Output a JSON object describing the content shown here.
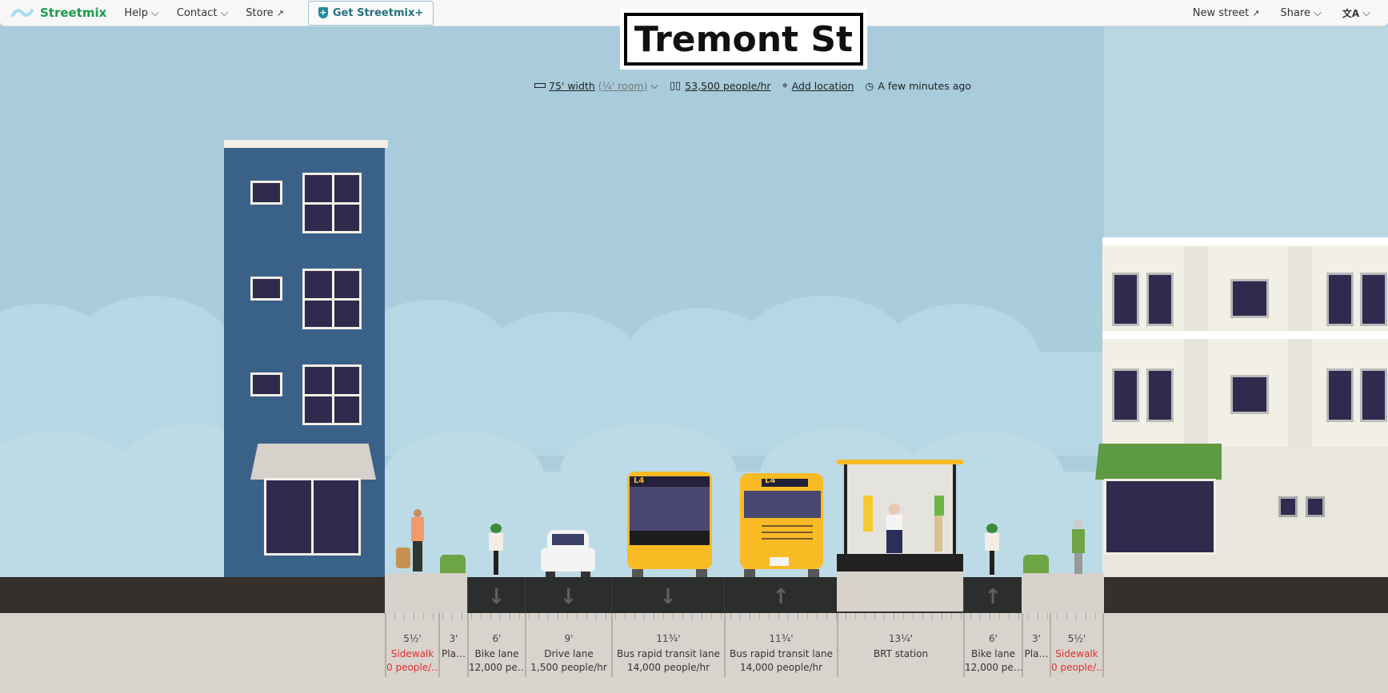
{
  "topbar": {
    "brand": "Streetmix",
    "help": "Help",
    "contact": "Contact",
    "store": "Store",
    "get_plus": "Get Streetmix+",
    "new_street": "New street",
    "share": "Share"
  },
  "street": {
    "name": "Tremont St",
    "width": "75' width",
    "room": "(¼' room)",
    "capacity": "53,500 people/hr",
    "location": "Add location",
    "updated": "A few minutes ago"
  },
  "bus_sign": "L4",
  "segments": [
    {
      "width": "5½'",
      "name": "Sidewalk",
      "capacity": "0 people/…",
      "warning": true
    },
    {
      "width": "3'",
      "name": "Pla…",
      "capacity": ""
    },
    {
      "width": "6'",
      "name": "Bike lane",
      "capacity": "12,000 pe…"
    },
    {
      "width": "9'",
      "name": "Drive lane",
      "capacity": "1,500 people/hr"
    },
    {
      "width": "11¾'",
      "name": "Bus rapid transit lane",
      "capacity": "14,000 people/hr"
    },
    {
      "width": "11¾'",
      "name": "Bus rapid transit lane",
      "capacity": "14,000 people/hr"
    },
    {
      "width": "13¼'",
      "name": "BRT station",
      "capacity": ""
    },
    {
      "width": "6'",
      "name": "Bike lane",
      "capacity": "12,000 pe…"
    },
    {
      "width": "3'",
      "name": "Pla…",
      "capacity": ""
    },
    {
      "width": "5½'",
      "name": "Sidewalk",
      "capacity": "0 people/…",
      "warning": true
    }
  ],
  "colors": {
    "brand": "#1f9a4c",
    "bus": "#f8bb24",
    "warning": "#e02d2d",
    "sky": "#a9cddb"
  }
}
